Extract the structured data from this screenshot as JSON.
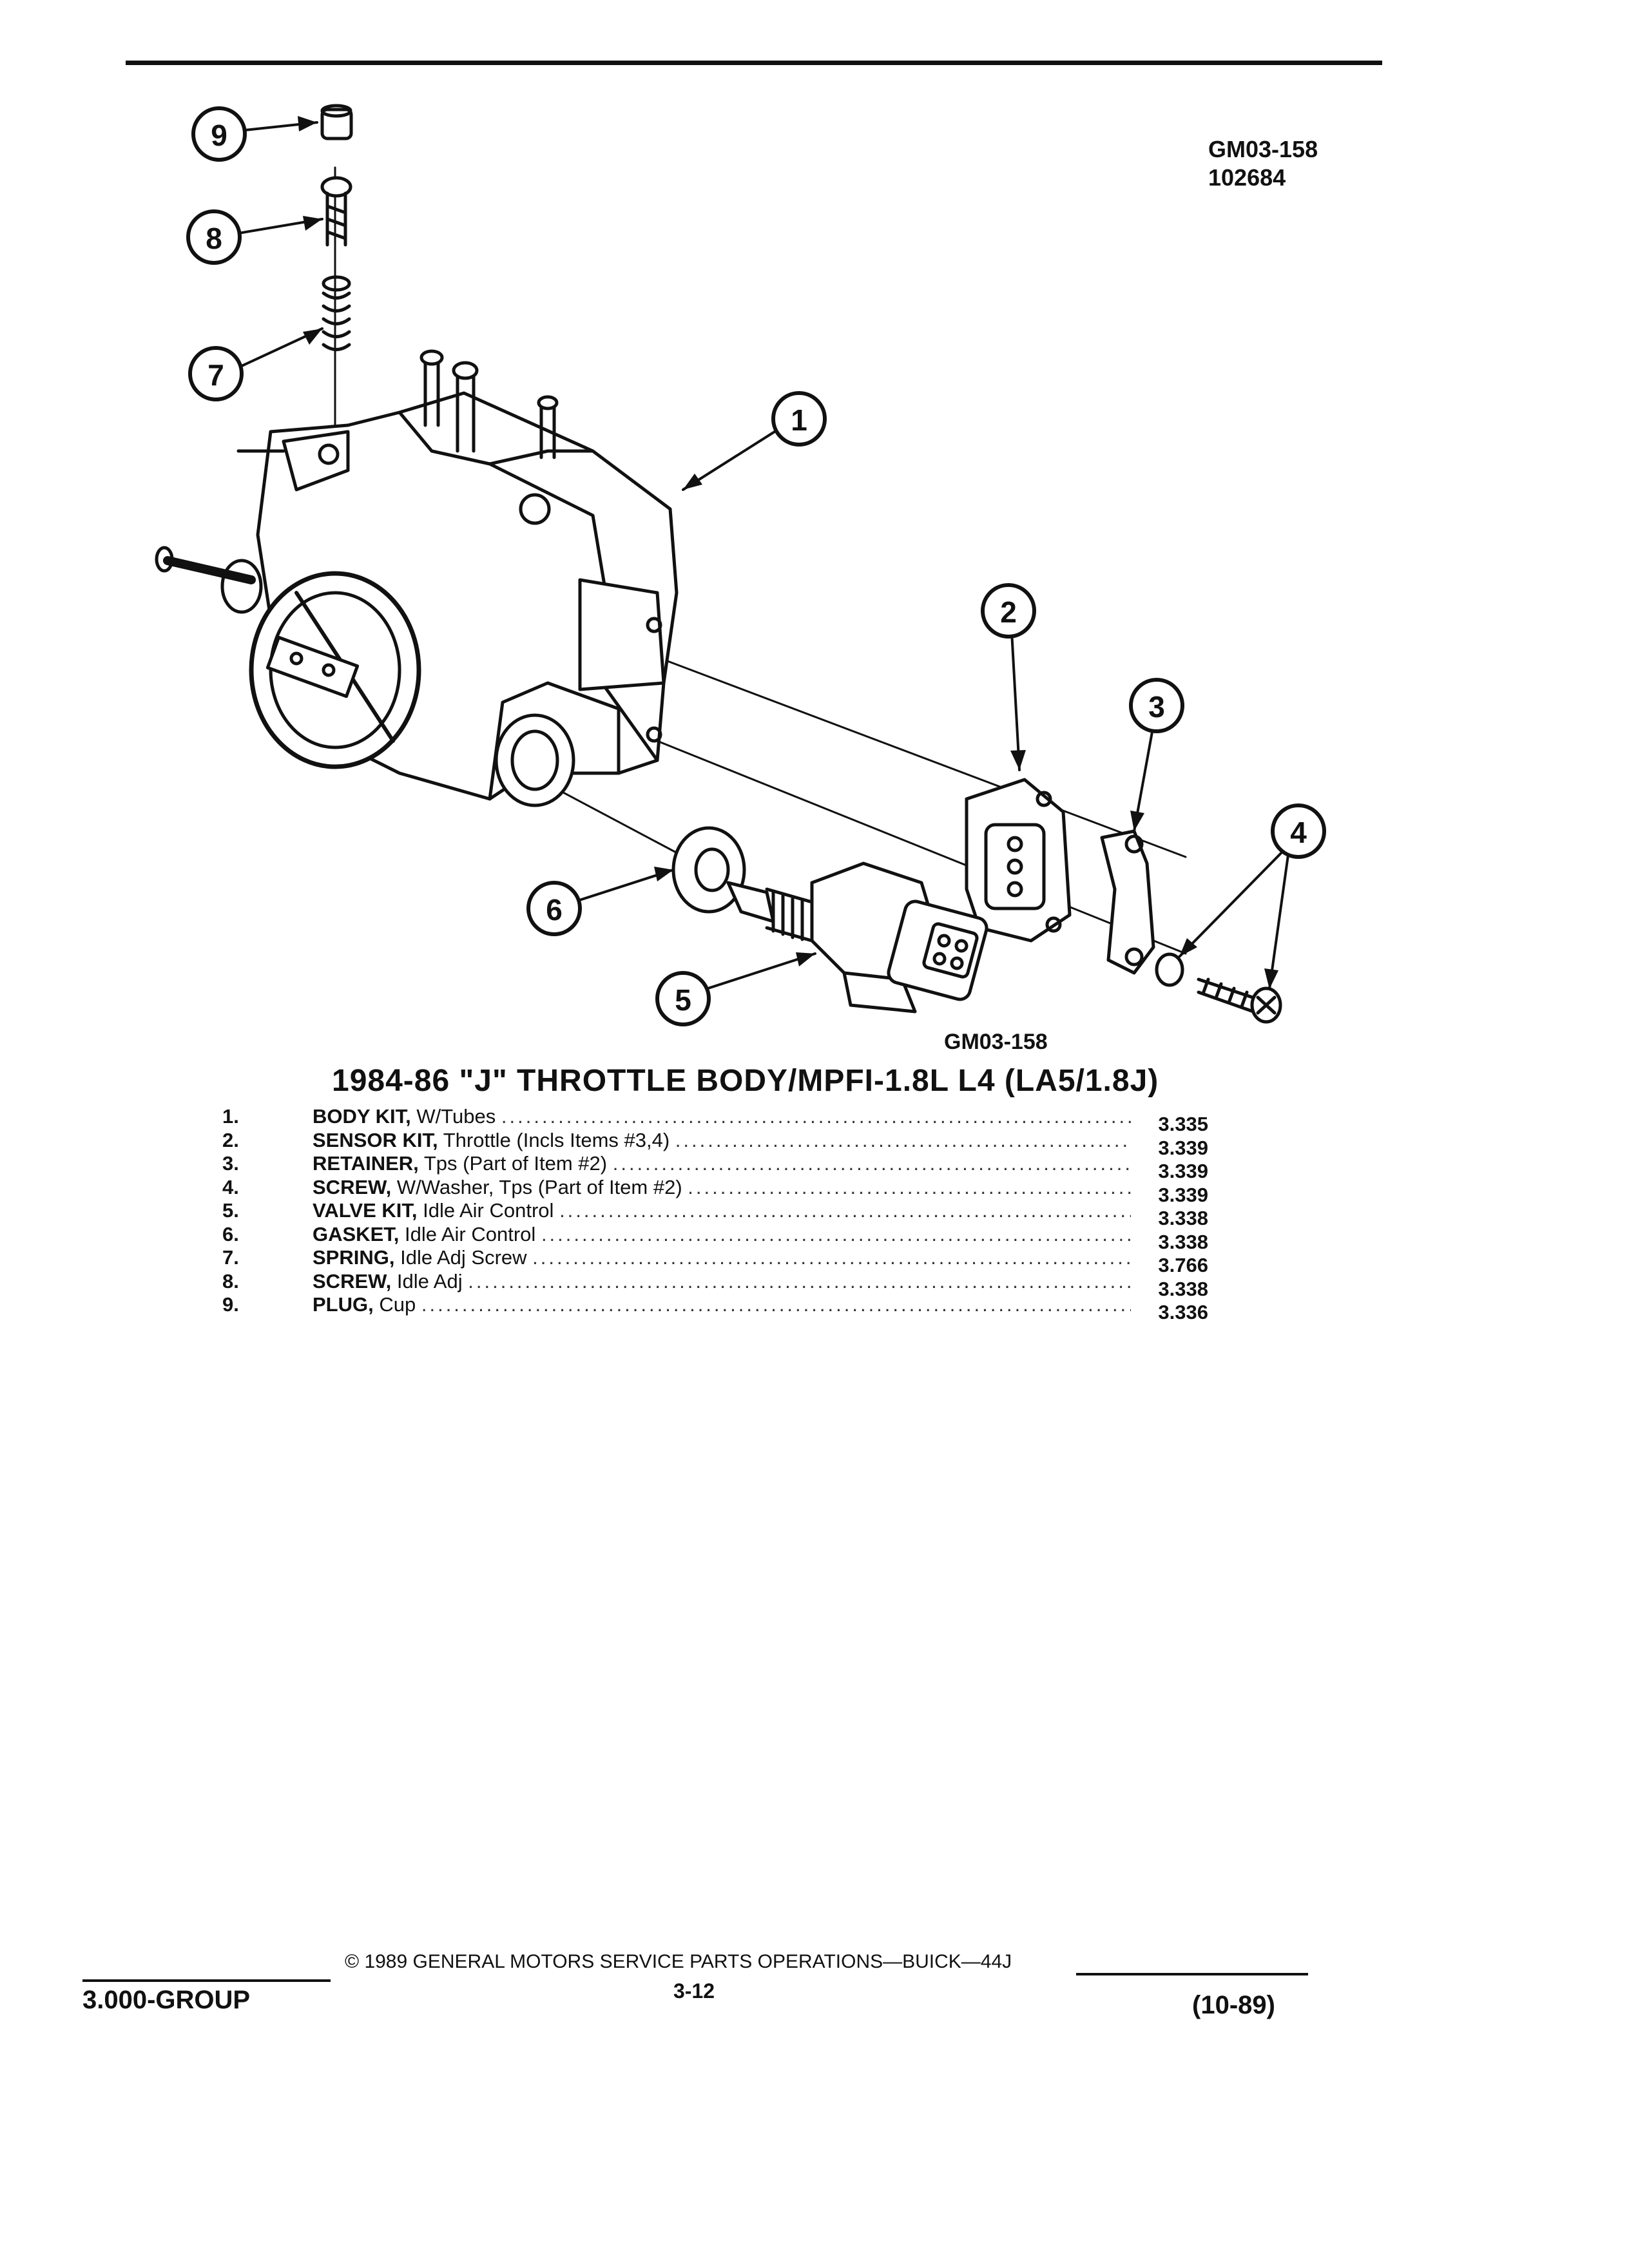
{
  "figure": {
    "id_top": "GM03-158",
    "code_top": "102684",
    "id_bottom": "GM03-158",
    "callouts": [
      "1",
      "2",
      "3",
      "4",
      "5",
      "6",
      "7",
      "8",
      "9"
    ]
  },
  "title": "1984-86 \"J\" THROTTLE BODY/MPFI-1.8L L4 (LA5/1.8J)",
  "parts": [
    {
      "num": "1.",
      "name": "BODY KIT,",
      "desc": "W/Tubes",
      "code": "3.335"
    },
    {
      "num": "2.",
      "name": "SENSOR KIT,",
      "desc": "Throttle (Incls Items #3,4)",
      "code": "3.339"
    },
    {
      "num": "3.",
      "name": "RETAINER,",
      "desc": "Tps (Part of Item #2)",
      "code": "3.339"
    },
    {
      "num": "4.",
      "name": "SCREW,",
      "desc": "W/Washer, Tps (Part of Item #2)",
      "code": "3.339"
    },
    {
      "num": "5.",
      "name": "VALVE KIT,",
      "desc": "Idle Air Control",
      "code": "3.338"
    },
    {
      "num": "6.",
      "name": "GASKET,",
      "desc": "Idle Air Control",
      "code": "3.338"
    },
    {
      "num": "7.",
      "name": "SPRING,",
      "desc": "Idle Adj Screw",
      "code": "3.766"
    },
    {
      "num": "8.",
      "name": "SCREW,",
      "desc": "Idle Adj",
      "code": "3.338"
    },
    {
      "num": "9.",
      "name": "PLUG,",
      "desc": "Cup",
      "code": "3.336"
    }
  ],
  "footer": {
    "group": "3.000-GROUP",
    "copyright": "© 1989 GENERAL MOTORS SERVICE PARTS OPERATIONS—BUICK—44J",
    "page": "3-12",
    "date": "(10-89)"
  }
}
